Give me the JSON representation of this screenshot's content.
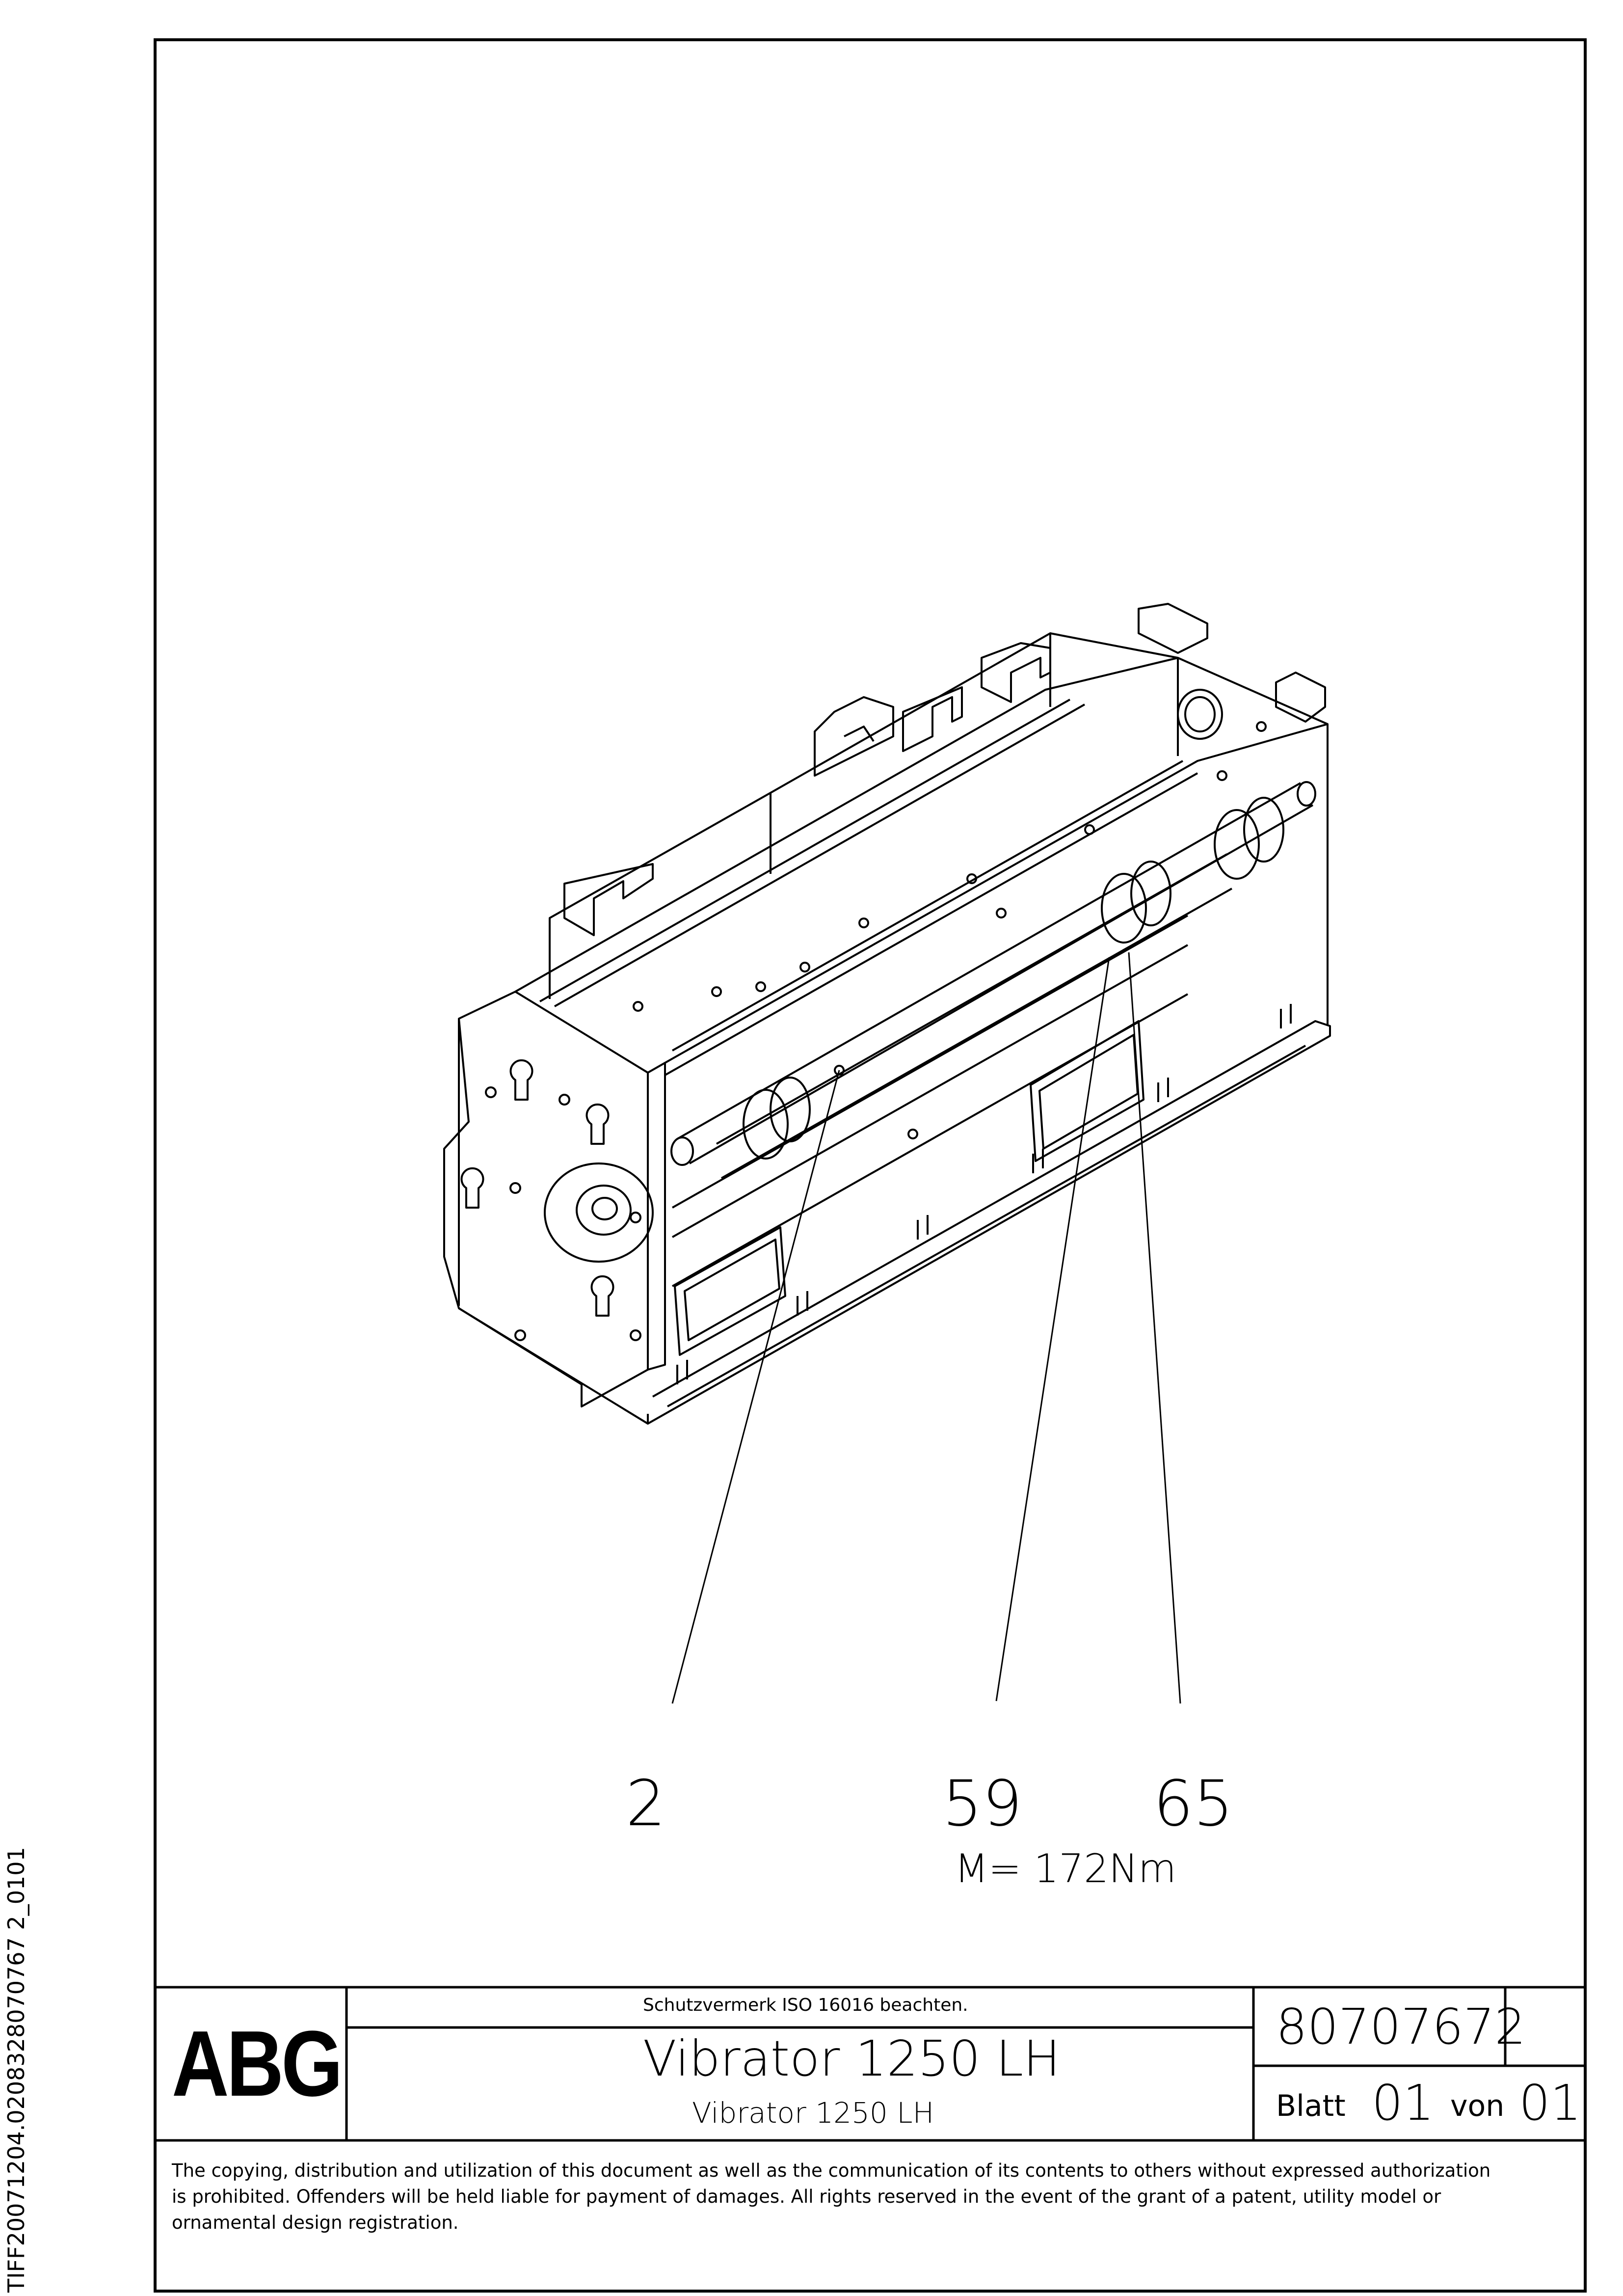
{
  "side_label": "TIFF20071204.0208328070767 2_0101",
  "callouts": {
    "part_2": "2",
    "part_59": "59",
    "part_65": "65",
    "torque": "M= 172Nm"
  },
  "title_block": {
    "logo": "ABG",
    "protection_note": "Schutzvermerk ISO 16016 beachten.",
    "title": "Vibrator 1250 LH",
    "subtitle": "Vibrator 1250 LH",
    "drawing_number": "80707672",
    "sheet_label": "Blatt",
    "sheet_number": "01",
    "of_label": "von",
    "sheet_total": "01"
  },
  "copyright": {
    "line1": "The copying, distribution and utilization of this document as well as the communication of its contents to others without expressed authorization",
    "line2": "is prohibited. Offenders will be held liable for payment of damages. All rights reserved in the event of the grant of a patent, utility model or",
    "line3": "ornamental design registration."
  }
}
